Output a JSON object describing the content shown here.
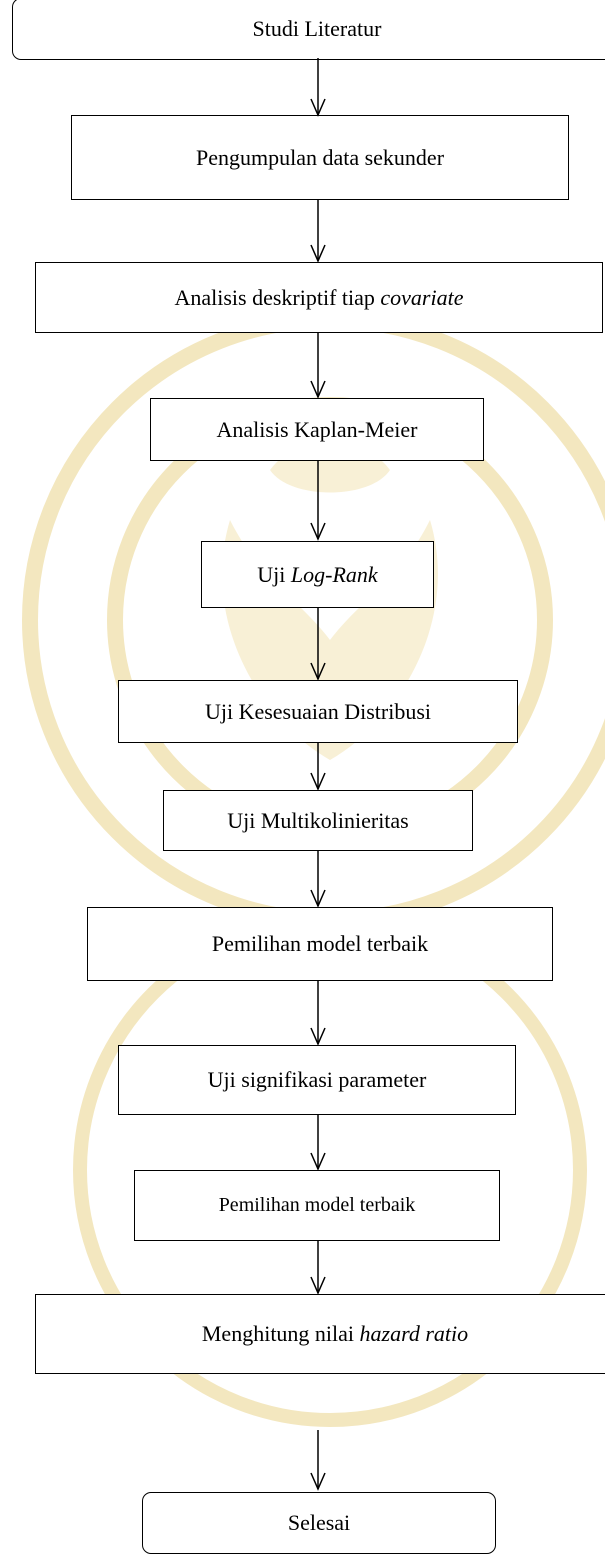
{
  "colors": {
    "stroke": "#000000",
    "background": "#ffffff",
    "watermark": "#f3e7bf"
  },
  "watermark_icon": "university-seal-watermark",
  "flowchart": {
    "nodes": [
      {
        "id": "studi-literatur",
        "shape": "rounded-rect",
        "segments": [
          {
            "text": "Studi Literatur",
            "italic": false
          }
        ]
      },
      {
        "id": "pengumpulan-data",
        "shape": "rect",
        "segments": [
          {
            "text": "Pengumpulan data sekunder",
            "italic": false
          }
        ]
      },
      {
        "id": "analisis-deskriptif",
        "shape": "rect",
        "segments": [
          {
            "text": "Analisis deskriptif tiap ",
            "italic": false
          },
          {
            "text": "covariate",
            "italic": true
          }
        ]
      },
      {
        "id": "kaplan-meier",
        "shape": "rect",
        "segments": [
          {
            "text": "Analisis Kaplan-Meier",
            "italic": false
          }
        ]
      },
      {
        "id": "uji-log-rank",
        "shape": "rect",
        "segments": [
          {
            "text": "Uji ",
            "italic": false
          },
          {
            "text": "Log-Rank",
            "italic": true
          }
        ]
      },
      {
        "id": "uji-kesesuaian",
        "shape": "rect",
        "segments": [
          {
            "text": "Uji Kesesuaian Distribusi",
            "italic": false
          }
        ]
      },
      {
        "id": "uji-multikolinieritas",
        "shape": "rect",
        "segments": [
          {
            "text": "Uji Multikolinieritas",
            "italic": false
          }
        ]
      },
      {
        "id": "pemilihan-model-1",
        "shape": "rect",
        "segments": [
          {
            "text": "Pemilihan model terbaik",
            "italic": false
          }
        ]
      },
      {
        "id": "uji-signifikasi",
        "shape": "rect",
        "segments": [
          {
            "text": "Uji signifikasi parameter",
            "italic": false
          }
        ]
      },
      {
        "id": "pemilihan-model-2",
        "shape": "rect",
        "segments": [
          {
            "text": "Pemilihan model terbaik",
            "italic": false
          }
        ]
      },
      {
        "id": "hazard-ratio",
        "shape": "rect",
        "segments": [
          {
            "text": "Menghitung nilai ",
            "italic": false
          },
          {
            "text": "hazard ratio",
            "italic": true
          }
        ]
      },
      {
        "id": "selesai",
        "shape": "rounded-rect",
        "segments": [
          {
            "text": "Selesai",
            "italic": false
          }
        ]
      }
    ],
    "edges": [
      {
        "from": "studi-literatur",
        "to": "pengumpulan-data"
      },
      {
        "from": "pengumpulan-data",
        "to": "analisis-deskriptif"
      },
      {
        "from": "analisis-deskriptif",
        "to": "kaplan-meier"
      },
      {
        "from": "kaplan-meier",
        "to": "uji-log-rank"
      },
      {
        "from": "uji-log-rank",
        "to": "uji-kesesuaian"
      },
      {
        "from": "uji-kesesuaian",
        "to": "uji-multikolinieritas"
      },
      {
        "from": "uji-multikolinieritas",
        "to": "pemilihan-model-1"
      },
      {
        "from": "pemilihan-model-1",
        "to": "uji-signifikasi"
      },
      {
        "from": "uji-signifikasi",
        "to": "pemilihan-model-2"
      },
      {
        "from": "pemilihan-model-2",
        "to": "hazard-ratio"
      },
      {
        "from": "hazard-ratio",
        "to": "selesai"
      }
    ]
  }
}
